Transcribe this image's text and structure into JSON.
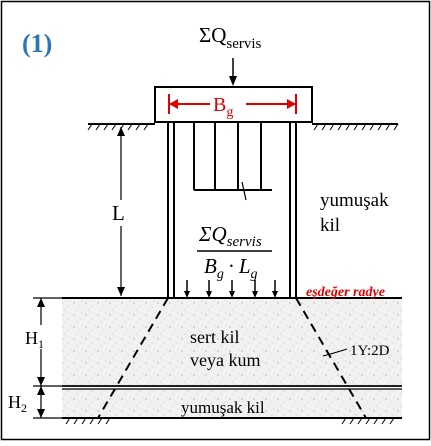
{
  "figure": {
    "number": "(1)",
    "load_main": "ΣQ",
    "load_sub": "servis",
    "width_main": "B",
    "width_sub": "g",
    "depth_label": "L",
    "soft_clay_1": "yumuşak",
    "soft_clay_2": "kil",
    "stress_num_main": "ΣQ",
    "stress_num_sub": "servis",
    "stress_den": "B",
    "stress_den_sub1": "g",
    "stress_dot": "·",
    "stress_den_L": "L",
    "stress_den_sub2": "g",
    "raft_label": "eşdeğer radye",
    "h1_main": "H",
    "h1_sub": "1",
    "h2_main": "H",
    "h2_sub": "2",
    "stiff_layer_1": "sert kil",
    "stiff_layer_2": "veya kum",
    "slope_label": "1Y:2D",
    "bottom_layer": "yumuşak kil",
    "colors": {
      "figure_number": "#2E75B6",
      "width_dimension": "#E00000",
      "raft_label": "#E00000",
      "stiff_layer": "#efefef",
      "outline": "#000000"
    }
  }
}
